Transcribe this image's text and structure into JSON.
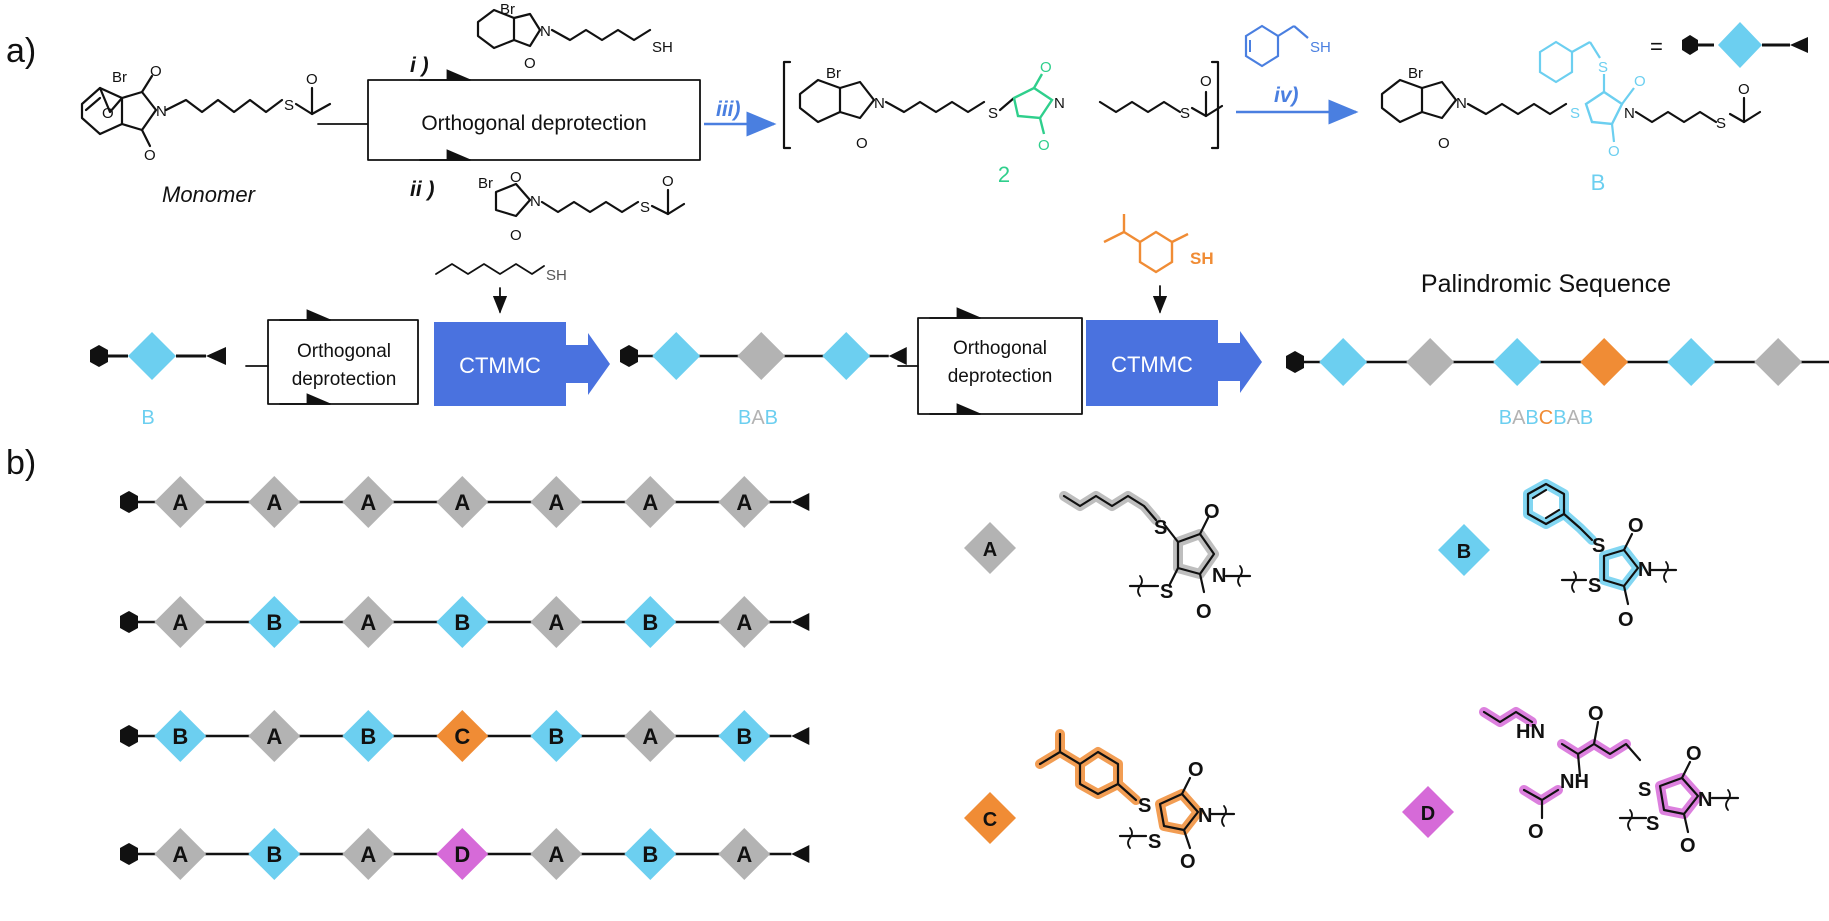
{
  "colors": {
    "A": "#b3b3b3",
    "B": "#6ccff0",
    "C": "#f08c35",
    "D": "#d66ad8",
    "green": "#2fcf8c",
    "arrow_blue": "#4a7fe0",
    "box_blue": "#4a72df",
    "line": "#111111"
  },
  "panel_a": {
    "label": "a)",
    "monomer_label": "Monomer",
    "step_i": "i )",
    "step_ii": "ii )",
    "step_iii": "iii)",
    "step_iv": "iv)",
    "box_text": "Orthogonal deprotection",
    "compound_2": "2",
    "compound_B": "B",
    "equals": "=",
    "atoms": {
      "Br": "Br",
      "O": "O",
      "N": "N",
      "S": "S",
      "SH": "SH"
    },
    "row2": {
      "B_label": "B",
      "box1_line1": "Orthogonal",
      "box1_line2": "deprotection",
      "box2_line1": "Orthogonal",
      "box2_line2": "deprotection",
      "ctmmc": "CTMMC",
      "title": "Palindromic Sequence",
      "bab": [
        "B",
        "A",
        "B"
      ],
      "babcbab": [
        "B",
        "A",
        "B",
        "C",
        "B",
        "A",
        "B"
      ],
      "hexyl_SH": "SH",
      "aryl_SH": "SH"
    }
  },
  "panel_b": {
    "label": "b)",
    "sequences": [
      [
        "A",
        "A",
        "A",
        "A",
        "A",
        "A",
        "A"
      ],
      [
        "A",
        "B",
        "A",
        "B",
        "A",
        "B",
        "A"
      ],
      [
        "B",
        "A",
        "B",
        "C",
        "B",
        "A",
        "B"
      ],
      [
        "A",
        "B",
        "A",
        "D",
        "A",
        "B",
        "A"
      ]
    ],
    "legend": [
      "A",
      "B",
      "C",
      "D"
    ],
    "atoms": {
      "S": "S",
      "N": "N",
      "O": "O",
      "HN": "HN",
      "NH": "NH"
    }
  }
}
